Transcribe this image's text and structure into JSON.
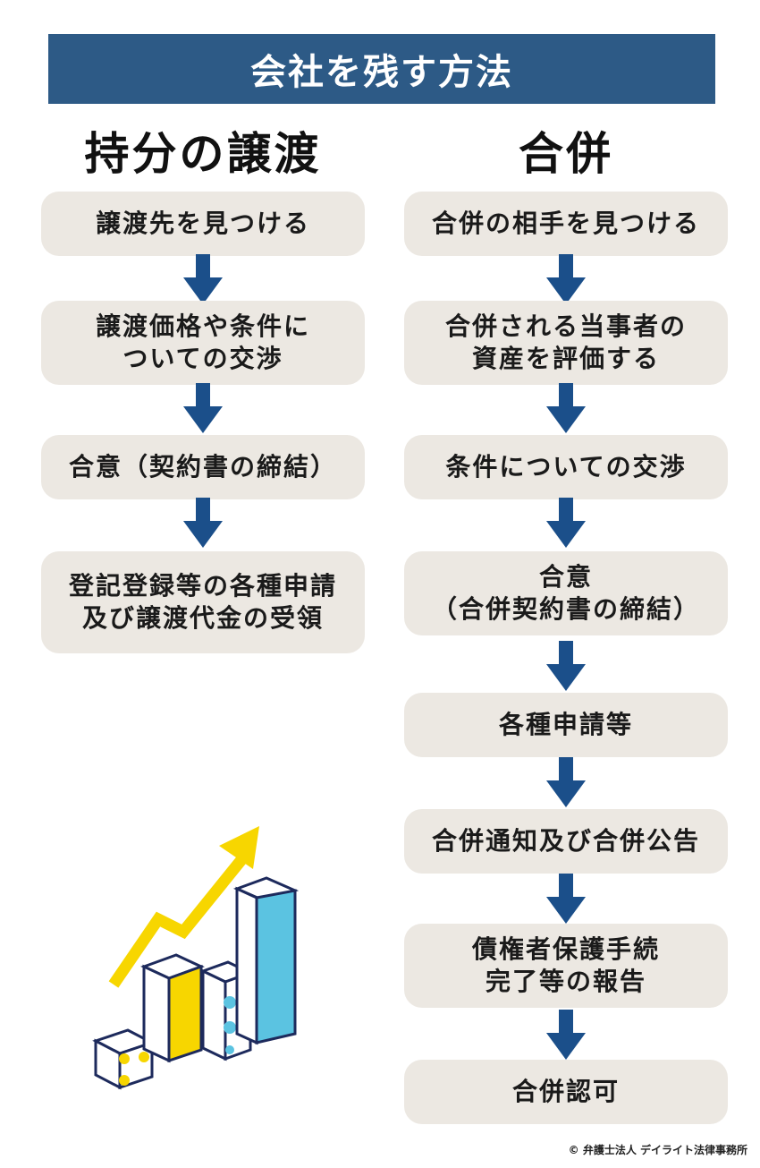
{
  "title": "会社を残す方法",
  "left": {
    "heading": "持分の譲渡",
    "steps": [
      "譲渡先を見つける",
      "譲渡価格や条件に\nついての交渉",
      "合意（契約書の締結）",
      "登記登録等の各種申請\n及び譲渡代金の受領"
    ]
  },
  "right": {
    "heading": "合併",
    "steps": [
      "合併の相手を見つける",
      "合併される当事者の\n資産を評価する",
      "条件についての交渉",
      "合意\n（合併契約書の締結）",
      "各種申請等",
      "合併通知及び合併公告",
      "債権者保護手続\n完了等の報告",
      "合併認可"
    ]
  },
  "copyright": "© 弁護士法人 デイライト法律事務所",
  "colors": {
    "banner": "#2d5a86",
    "step_bg": "#ece8e2",
    "arrow": "#1b4f8a",
    "bar_yellow": "#f7d600",
    "bar_blue": "#5bc3e1",
    "trend_arrow": "#f7d600"
  },
  "icons": [
    "down-arrow-icon",
    "growth-chart-illustration"
  ]
}
